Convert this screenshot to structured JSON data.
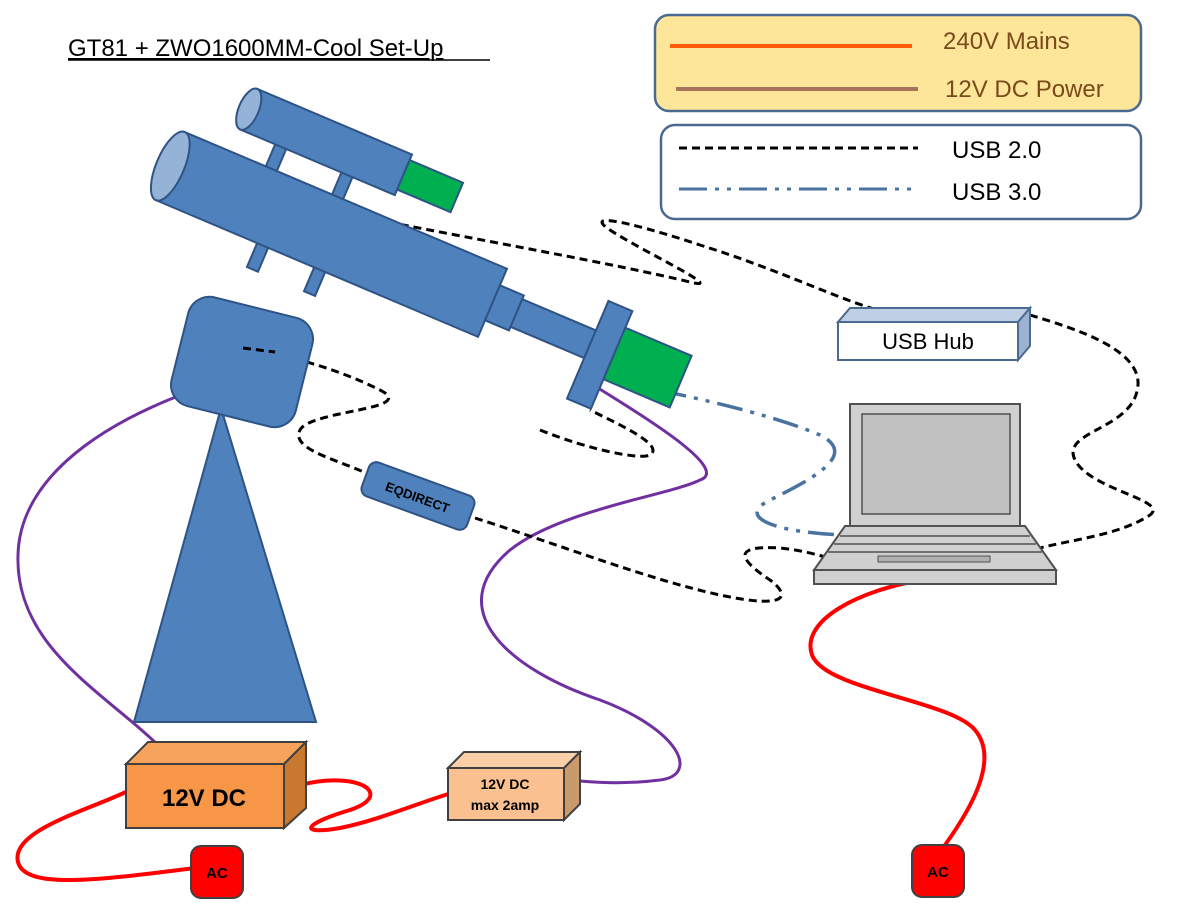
{
  "title": "GT81 + ZWO1600MM-Cool Set-Up",
  "legend": {
    "power": [
      {
        "label": "240V Mains",
        "color": "#ff5a0a"
      },
      {
        "label": "12V DC Power",
        "color": "#a8735a"
      }
    ],
    "usb": [
      {
        "label": "USB 2.0",
        "color": "#000000"
      },
      {
        "label": "USB 3.0",
        "color": "#4a73a0"
      }
    ]
  },
  "components": {
    "usb_hub": "USB Hub",
    "eqdirect": "EQDIRECT",
    "power_supply_main": "12V DC",
    "power_supply_small_line1": "12V DC",
    "power_supply_small_line2": "max 2amp",
    "ac_left": "AC",
    "ac_right": "AC"
  },
  "colors": {
    "telescope_blue": "#4f81bd",
    "telescope_stroke": "#2e5384",
    "camera_green": "#00b050",
    "psu_main": "#f79646",
    "psu_small": "#fac090",
    "ac_red": "#ff0000",
    "cable_purple": "#7030a0",
    "cable_red": "#ff0000",
    "legend_power_bg": "#fde59a",
    "legend_border": "#4a6a90"
  }
}
